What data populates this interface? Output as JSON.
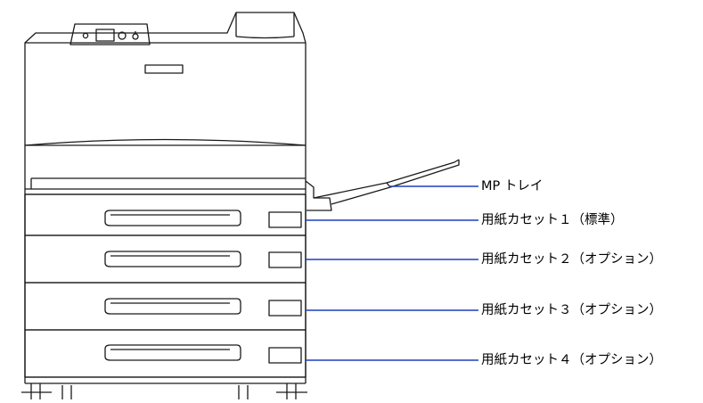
{
  "callouts": [
    {
      "id": "mp-tray",
      "label": "MP トレイ"
    },
    {
      "id": "cassette-1",
      "label": "用紙カセット１（標準）"
    },
    {
      "id": "cassette-2",
      "label": "用紙カセット２（オプション）"
    },
    {
      "id": "cassette-3",
      "label": "用紙カセット３（オプション）"
    },
    {
      "id": "cassette-4",
      "label": "用紙カセット４（オプション）"
    }
  ],
  "colors": {
    "outline": "#1a1a1a",
    "leader_line": "#1f3fbf",
    "background": "#ffffff"
  }
}
